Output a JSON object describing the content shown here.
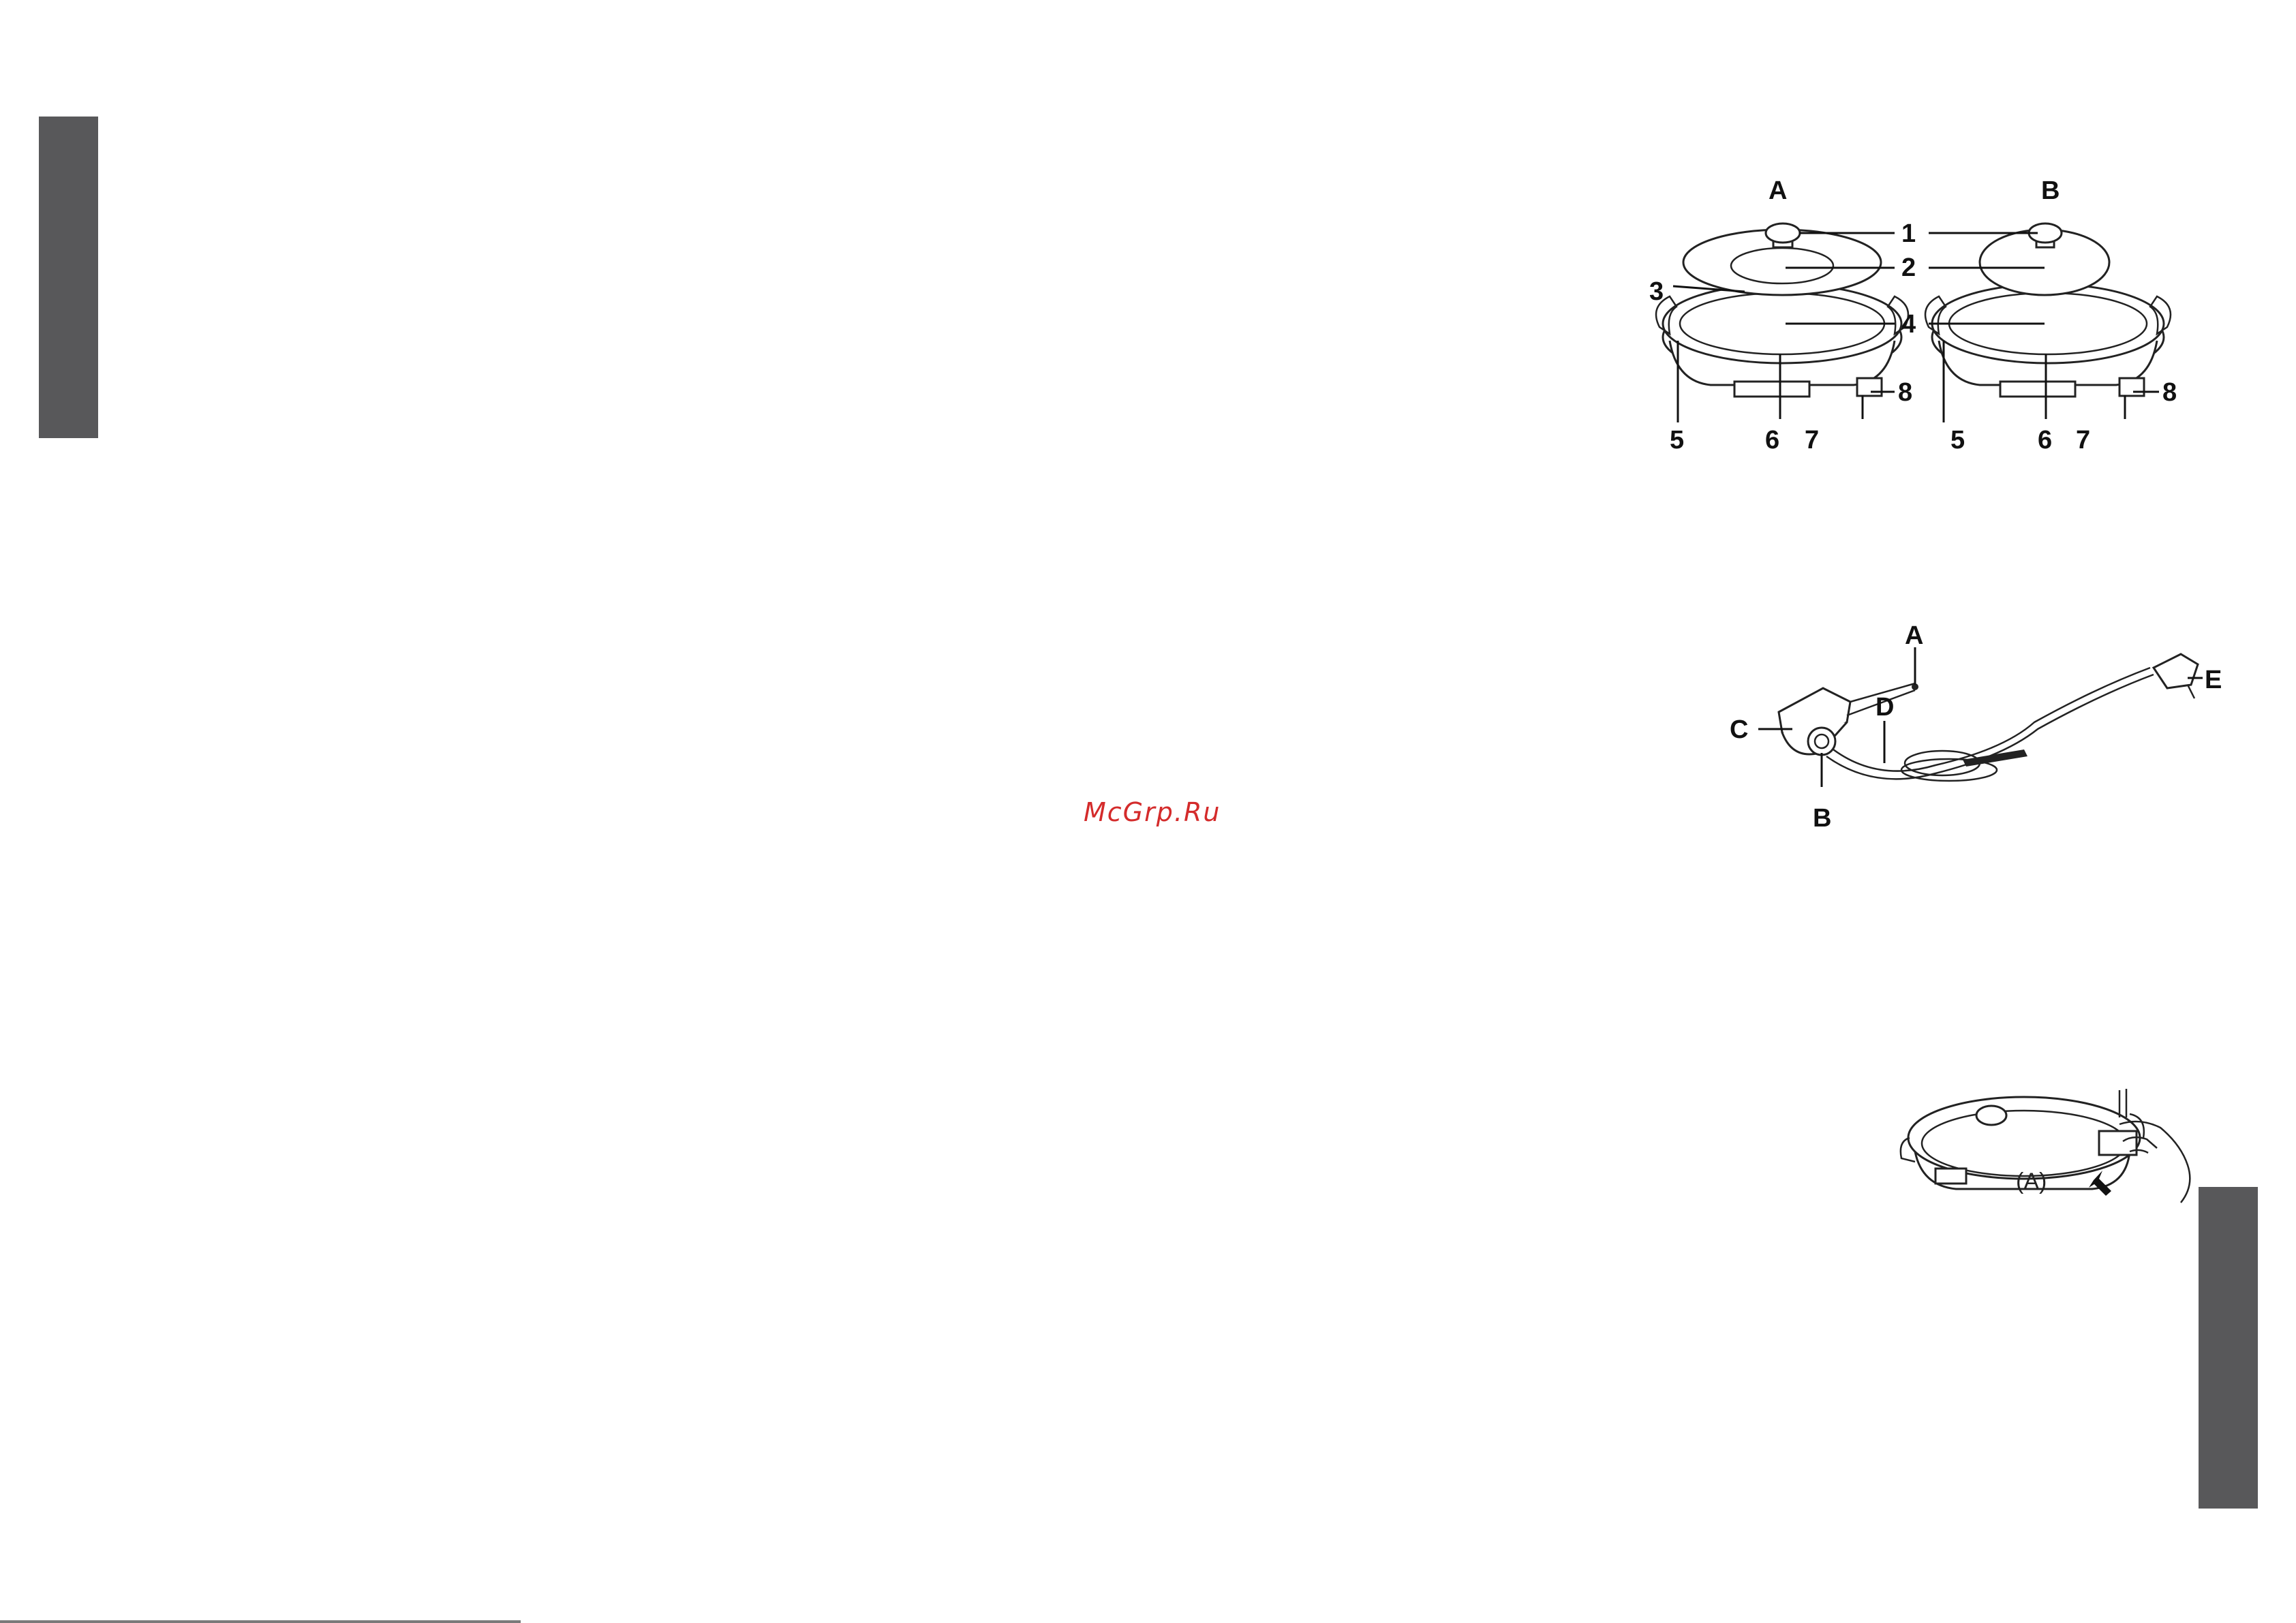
{
  "watermark": "McGrp.Ru",
  "figure1": {
    "view_a": "A",
    "view_b": "B",
    "callouts": [
      "1",
      "2",
      "3",
      "4",
      "5",
      "6",
      "7",
      "8"
    ]
  },
  "figure2": {
    "callouts": [
      "A",
      "B",
      "C",
      "D",
      "E"
    ]
  },
  "figure3": {
    "caption": "(A)"
  },
  "colors": {
    "side_tab": "#58585a",
    "watermark": "#d42b2b"
  }
}
